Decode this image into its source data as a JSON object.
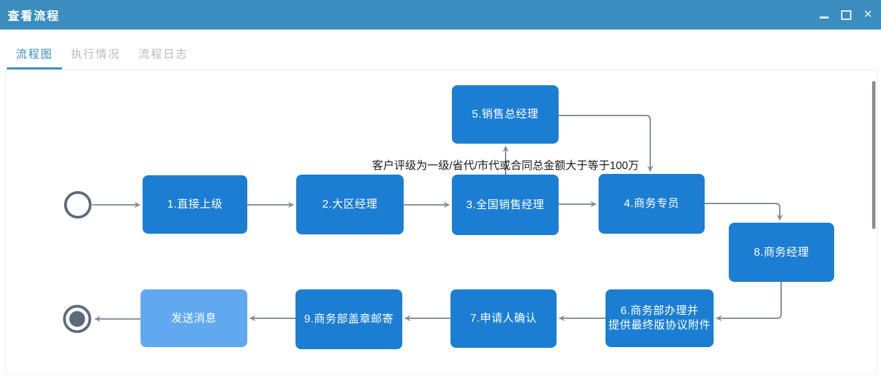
{
  "window": {
    "title": "查看流程",
    "controls": [
      {
        "icon": "minimize-icon"
      },
      {
        "icon": "maximize-icon"
      },
      {
        "icon": "close-icon"
      }
    ]
  },
  "tabs": [
    {
      "label": "流程图",
      "active": true
    },
    {
      "label": "执行情况",
      "active": false
    },
    {
      "label": "流程日志",
      "active": false
    }
  ],
  "diagram": {
    "annotation": "客户评级为一级/省代/市代或合同总金额大于等于100万",
    "start_event": "start",
    "end_event": "end",
    "nodes": [
      {
        "id": "1",
        "label": "1.直接上级",
        "variant": "normal"
      },
      {
        "id": "2",
        "label": "2.大区经理",
        "variant": "normal"
      },
      {
        "id": "3",
        "label": "3.全国销售经理",
        "variant": "normal"
      },
      {
        "id": "4",
        "label": "4.商务专员",
        "variant": "normal"
      },
      {
        "id": "5",
        "label": "5.销售总经理",
        "variant": "normal"
      },
      {
        "id": "6",
        "label": "6.商务部办理并\n提供最终版协议附件",
        "variant": "normal"
      },
      {
        "id": "7",
        "label": "7.申请人确认",
        "variant": "normal"
      },
      {
        "id": "8",
        "label": "8.商务经理",
        "variant": "normal"
      },
      {
        "id": "9",
        "label": "9.商务部盖章邮寄",
        "variant": "normal"
      },
      {
        "id": "send",
        "label": "发送消息",
        "variant": "light"
      }
    ],
    "edges": [
      {
        "from": "start",
        "to": "1"
      },
      {
        "from": "1",
        "to": "2"
      },
      {
        "from": "2",
        "to": "3"
      },
      {
        "from": "3",
        "to": "4"
      },
      {
        "from": "3",
        "to": "5",
        "condition": "客户评级为一级/省代/市代或合同总金额大于等于100万"
      },
      {
        "from": "5",
        "to": "4"
      },
      {
        "from": "4",
        "to": "8"
      },
      {
        "from": "8",
        "to": "6"
      },
      {
        "from": "6",
        "to": "7"
      },
      {
        "from": "7",
        "to": "9"
      },
      {
        "from": "9",
        "to": "send"
      },
      {
        "from": "send",
        "to": "end"
      }
    ]
  },
  "colors": {
    "titlebar": "#3a8dbe",
    "tab_active": "#3a8dbe",
    "tab_inactive": "#b9b9b9",
    "node_fill": "#1b7ed2",
    "node_fill_light": "#60a9f0",
    "arrow": "#848e99",
    "event_circle": "#5c6b7a"
  }
}
